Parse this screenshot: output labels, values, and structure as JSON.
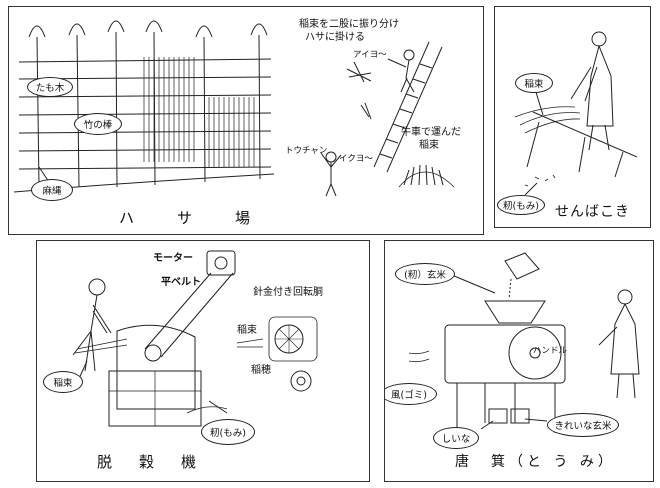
{
  "panels": {
    "hasaba": {
      "title": "ハ　サ　場",
      "labels": {
        "tamoki": "たも木",
        "takenobou": "竹の棒",
        "asanawa": "麻縄",
        "note_line1": "稲束を二股に振り分け",
        "note_line2": "ハサに掛ける",
        "aiyo": "アイヨ～",
        "tochan": "トウチャン",
        "ikuyo": "イクヨ～",
        "gyusha_line1": "牛車で運んだ",
        "gyusha_line2": "稲束"
      }
    },
    "senbakoki": {
      "title": "せんばこき",
      "labels": {
        "inataba": "稲束",
        "momi": "籾(もみ)"
      }
    },
    "dakkokuki": {
      "title": "脱　穀　機",
      "labels": {
        "motor": "モーター",
        "flat_belt": "平ベルト",
        "drum": "針金付き回転胴",
        "inataba_right": "稲束",
        "inaho": "稲穂",
        "inataba_left": "稲束",
        "momi": "籾(もみ)"
      }
    },
    "tomi": {
      "title": "唐　箕（と う み）",
      "labels": {
        "momi_genmai": "(籾）玄米",
        "handle": "ハンドル",
        "kaze": "風(ゴミ)",
        "shiina": "しいな",
        "kireina": "きれいな玄米"
      }
    }
  }
}
